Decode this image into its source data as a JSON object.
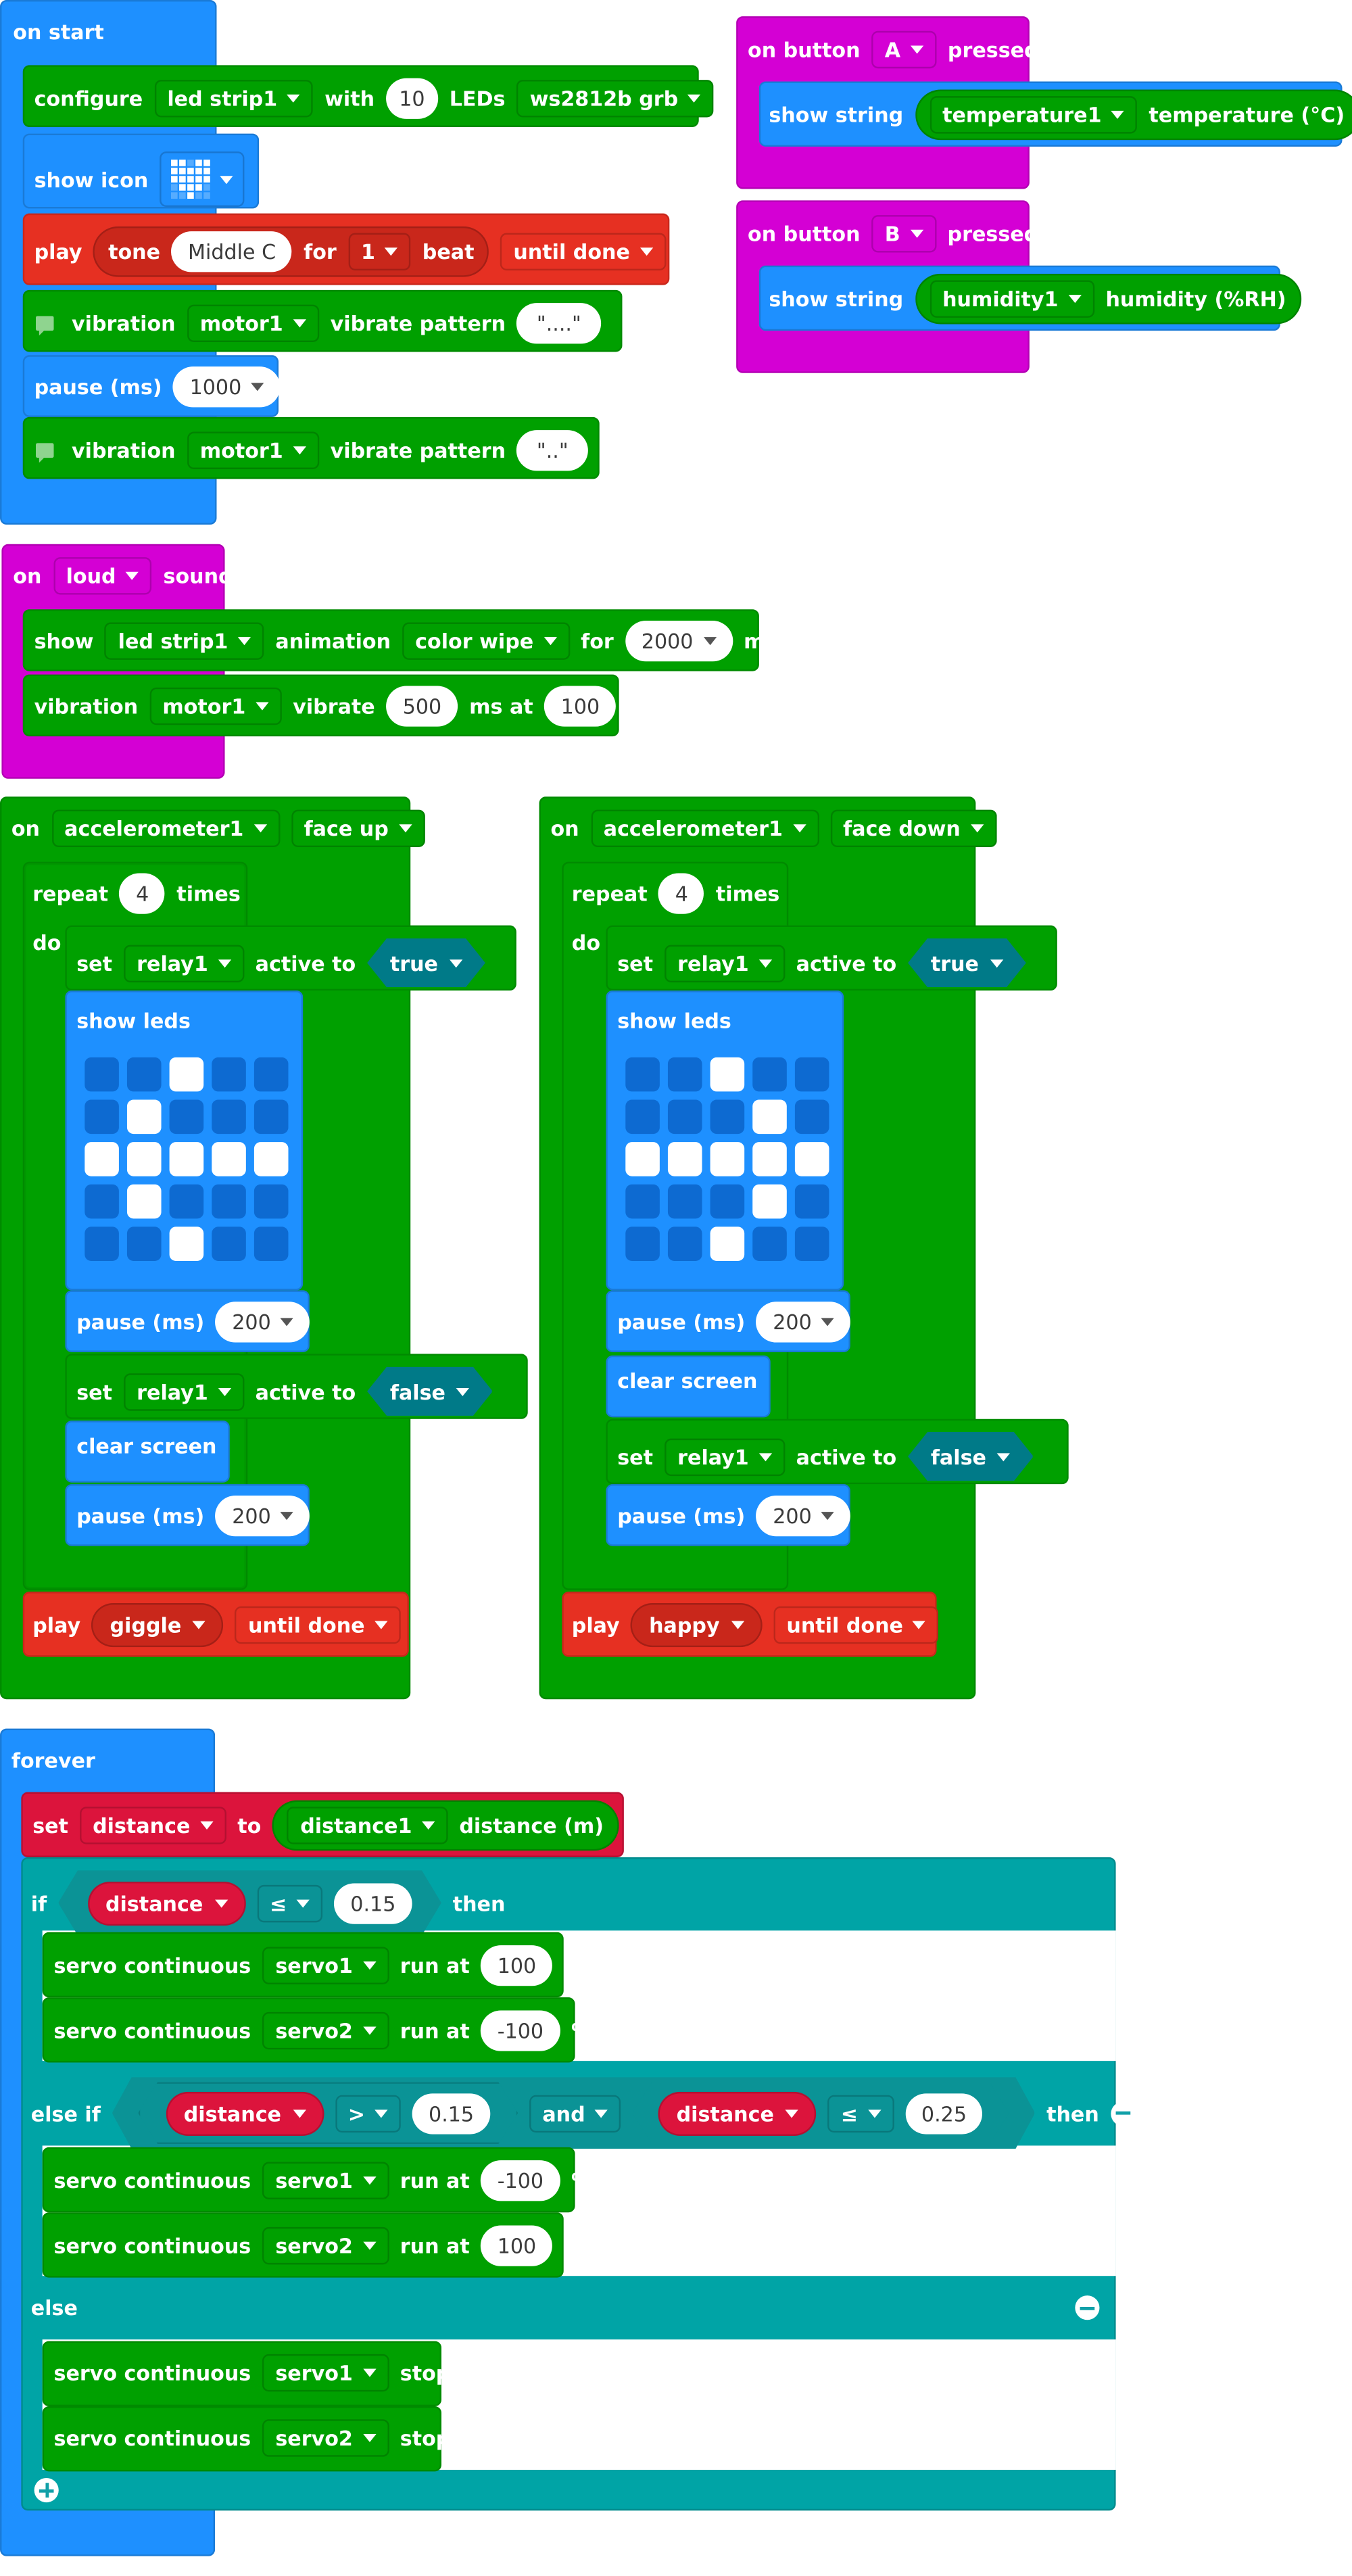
{
  "colors": {
    "basic": "#1e90ff",
    "green": "#00a000",
    "music": "#e63022",
    "input": "#d400d4",
    "logic": "#00a4a6",
    "variable": "#dc143c",
    "led_off": "#0d6ad1"
  },
  "on_start": {
    "title": "on start",
    "configure": {
      "label": "configure",
      "strip": "led strip1",
      "with": "with",
      "count": "10",
      "leds": "LEDs",
      "type": "ws2812b grb"
    },
    "show_icon": {
      "label": "show icon",
      "icon": "heart-icon"
    },
    "play_tone": {
      "label": "play",
      "tone": "tone",
      "note": "Middle C",
      "for": "for",
      "beats": "1",
      "beat": "beat",
      "mode": "until done"
    },
    "vibration1": {
      "label": "vibration",
      "motor": "motor1",
      "action": "vibrate pattern",
      "pattern": "\"....\""
    },
    "pause": {
      "label": "pause (ms)",
      "value": "1000"
    },
    "vibration2": {
      "label": "vibration",
      "motor": "motor1",
      "action": "vibrate pattern",
      "pattern": "\"..\""
    }
  },
  "button_a": {
    "on": "on button",
    "button": "A",
    "pressed": "pressed",
    "show": "show string",
    "sensor": "temperature1",
    "measure": "temperature (°C)"
  },
  "button_b": {
    "on": "on button",
    "button": "B",
    "pressed": "pressed",
    "show": "show string",
    "sensor": "humidity1",
    "measure": "humidity (%RH)"
  },
  "loud": {
    "on": "on",
    "event": "loud",
    "sound": "sound",
    "show": {
      "label": "show",
      "strip": "led strip1",
      "animation": "animation",
      "anim": "color wipe",
      "for": "for",
      "value": "2000",
      "ms": "ms"
    },
    "vibration": {
      "label": "vibration",
      "motor": "motor1",
      "action": "vibrate",
      "duration": "500",
      "ms_at": "ms at",
      "level": "100",
      "pct": "%"
    }
  },
  "face_up": {
    "on": "on",
    "sensor": "accelerometer1",
    "gesture": "face up",
    "repeat": "repeat",
    "times_value": "4",
    "times": "times",
    "do": "do",
    "set1": {
      "label": "set",
      "relay": "relay1",
      "active": "active to",
      "value": "true"
    },
    "show_leds": "show leds",
    "leds": [
      [
        0,
        0,
        1,
        0,
        0
      ],
      [
        0,
        1,
        0,
        0,
        0
      ],
      [
        1,
        1,
        1,
        1,
        1
      ],
      [
        0,
        1,
        0,
        0,
        0
      ],
      [
        0,
        0,
        1,
        0,
        0
      ]
    ],
    "pause1": {
      "label": "pause (ms)",
      "value": "200"
    },
    "set2": {
      "label": "set",
      "relay": "relay1",
      "active": "active to",
      "value": "false"
    },
    "clear": "clear screen",
    "pause2": {
      "label": "pause (ms)",
      "value": "200"
    },
    "play": {
      "label": "play",
      "sound": "giggle",
      "mode": "until done"
    }
  },
  "face_down": {
    "on": "on",
    "sensor": "accelerometer1",
    "gesture": "face down",
    "repeat": "repeat",
    "times_value": "4",
    "times": "times",
    "do": "do",
    "set1": {
      "label": "set",
      "relay": "relay1",
      "active": "active to",
      "value": "true"
    },
    "show_leds": "show leds",
    "leds": [
      [
        0,
        0,
        1,
        0,
        0
      ],
      [
        0,
        0,
        0,
        1,
        0
      ],
      [
        1,
        1,
        1,
        1,
        1
      ],
      [
        0,
        0,
        0,
        1,
        0
      ],
      [
        0,
        0,
        1,
        0,
        0
      ]
    ],
    "pause1": {
      "label": "pause (ms)",
      "value": "200"
    },
    "clear": "clear screen",
    "set2": {
      "label": "set",
      "relay": "relay1",
      "active": "active to",
      "value": "false"
    },
    "pause2": {
      "label": "pause (ms)",
      "value": "200"
    },
    "play": {
      "label": "play",
      "sound": "happy",
      "mode": "until done"
    }
  },
  "forever": {
    "title": "forever",
    "set": {
      "label": "set",
      "var": "distance",
      "to": "to",
      "sensor": "distance1",
      "measure": "distance (m)"
    },
    "if": {
      "label": "if",
      "var": "distance",
      "op": "≤",
      "value": "0.15",
      "then": "then"
    },
    "servo1": {
      "label": "servo continuous",
      "servo": "servo1",
      "run": "run at",
      "value": "100",
      "pct": "%"
    },
    "servo2": {
      "label": "servo continuous",
      "servo": "servo2",
      "run": "run at",
      "value": "-100",
      "pct": "%"
    },
    "elseif": {
      "label": "else if",
      "var1": "distance",
      "op1": ">",
      "value1": "0.15",
      "and": "and",
      "var2": "distance",
      "op2": "≤",
      "value2": "0.25",
      "then": "then"
    },
    "servo3": {
      "label": "servo continuous",
      "servo": "servo1",
      "run": "run at",
      "value": "-100",
      "pct": "%"
    },
    "servo4": {
      "label": "servo continuous",
      "servo": "servo2",
      "run": "run at",
      "value": "100",
      "pct": "%"
    },
    "else": "else",
    "servo5": {
      "label": "servo continuous",
      "servo": "servo1",
      "action": "stop"
    },
    "servo6": {
      "label": "servo continuous",
      "servo": "servo2",
      "action": "stop"
    }
  }
}
